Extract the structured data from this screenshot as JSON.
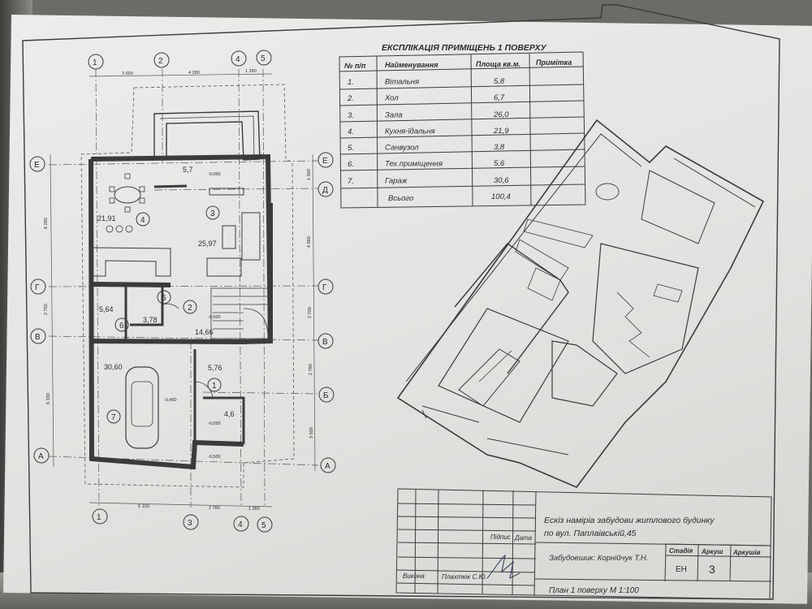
{
  "explication": {
    "title": "ЕКСПЛІКАЦІЯ ПРИМІЩЕНЬ 1 ПОВЕРХУ",
    "headers": [
      "№ п/п",
      "Найменування",
      "Площа кв.м.",
      "Примітка"
    ],
    "rows": [
      [
        "1.",
        "Вітальня",
        "5,8",
        ""
      ],
      [
        "2.",
        "Хол",
        "6,7",
        ""
      ],
      [
        "3.",
        "Зала",
        "26,0",
        ""
      ],
      [
        "4.",
        "Кухня-їдальня",
        "21,9",
        ""
      ],
      [
        "5.",
        "Санвузол",
        "3,8",
        ""
      ],
      [
        "6.",
        "Тех.приміщення",
        "5,6",
        ""
      ],
      [
        "7.",
        "Гараж",
        "30,6",
        ""
      ]
    ],
    "total_label": "Всього",
    "total_value": "100,4"
  },
  "plan": {
    "axes_top": [
      "1",
      "2",
      "4",
      "5"
    ],
    "axes_bottom": [
      "1",
      "3",
      "4",
      "5"
    ],
    "axes_left": [
      "Е",
      "Г",
      "В",
      "А"
    ],
    "axes_right": [
      "Е",
      "Д",
      "Г",
      "В",
      "Б",
      "А"
    ],
    "dims_top": [
      "3 600",
      "4 280",
      "1 280"
    ],
    "dims_bottom": [
      "5 100",
      "2 780",
      "1 280"
    ],
    "dims_left": [
      "6 260",
      "2 750",
      "6 330"
    ],
    "dims_right": [
      "1 500",
      "4 660",
      "2 700",
      "2 780",
      "3 500"
    ],
    "room_numbers": [
      "4",
      "3",
      "2",
      "5",
      "6",
      "1",
      "7"
    ],
    "areas": [
      "5,7",
      "21,91",
      "25,97",
      "5,64",
      "3,78",
      "14,66",
      "5,76",
      "30,60",
      "4,6"
    ],
    "levels": [
      "-0,050",
      "-0,000",
      "-0,450",
      "-0,050",
      "-0,500"
    ]
  },
  "title_block": {
    "project": "Ескіз наміріа забудови житлового будинку",
    "address": "по вул. Паплаівській,45",
    "signed_label": "Підпис",
    "date_label": "Дата",
    "customer": "Забудоешик: Корнійчук Т.Н.",
    "performer_label": "Викона",
    "performer": "Плахтюк С.Ю.",
    "plan_title": "План 1 поверху  М 1:100",
    "stage_label": "Стадія",
    "sheet_label": "Аркуш",
    "sheets_label": "Аркушів",
    "stage": "ЕН",
    "sheet": "3"
  },
  "colors": {
    "paper": "#e6e7e4",
    "ink": "#2a2b2d",
    "wall": "#3a3b3d"
  }
}
